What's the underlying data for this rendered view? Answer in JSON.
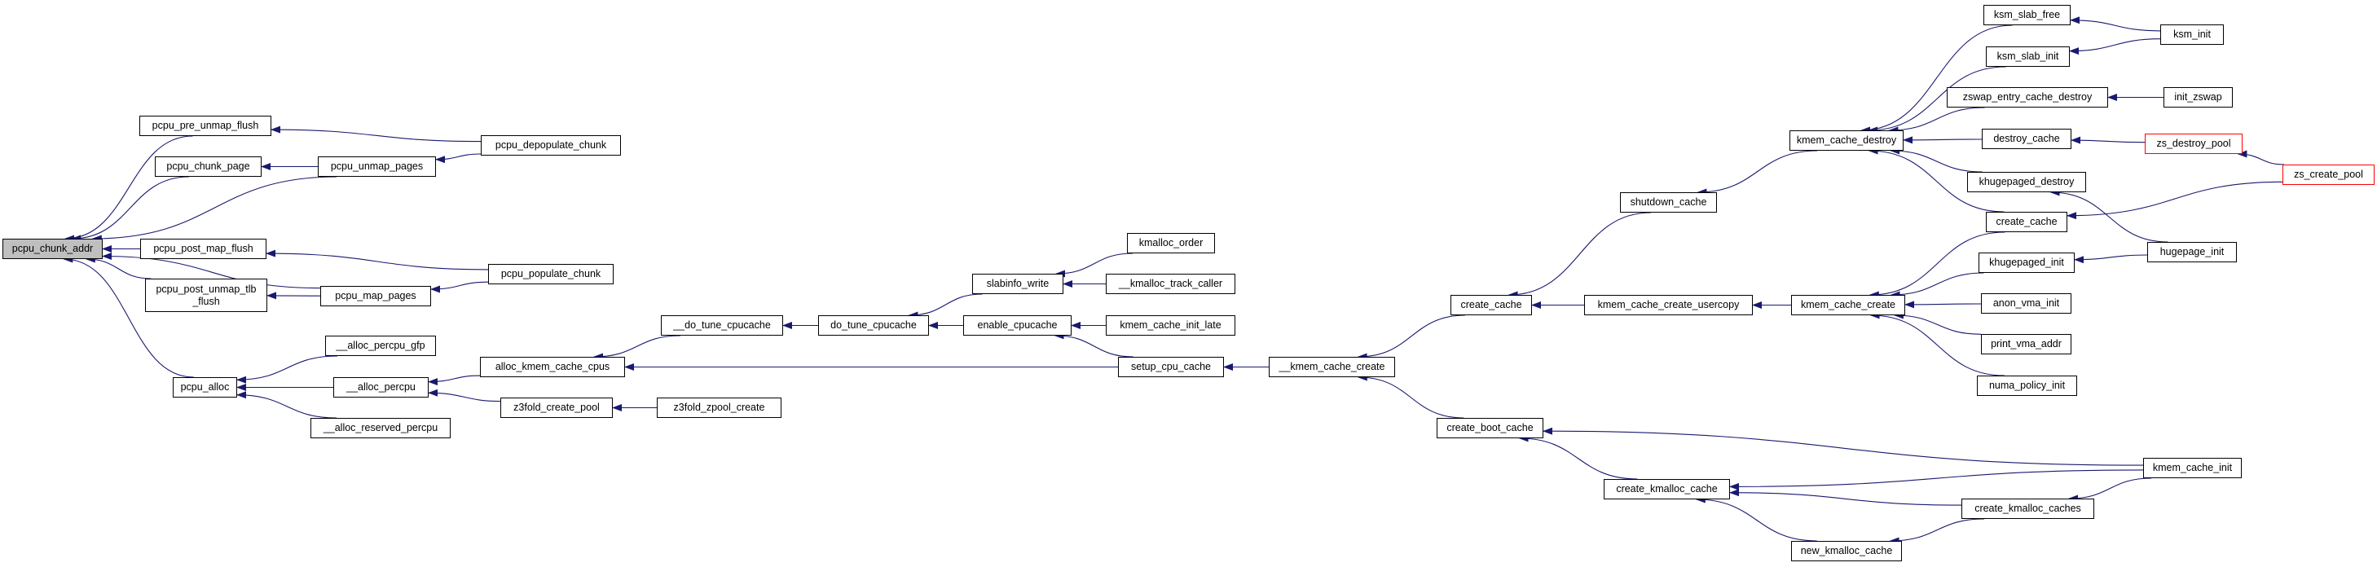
{
  "graph": {
    "edge_color": "#191970",
    "root_fill": "#bfbfbf",
    "truncated_border": "#ff0000",
    "nodes": [
      {
        "id": "pcpu_chunk_addr",
        "label": "pcpu_chunk_addr",
        "root": true
      },
      {
        "id": "pcpu_pre_unmap_flush",
        "label": "pcpu_pre_unmap_flush"
      },
      {
        "id": "pcpu_chunk_page",
        "label": "pcpu_chunk_page"
      },
      {
        "id": "pcpu_post_map_flush",
        "label": "pcpu_post_map_flush"
      },
      {
        "id": "pcpu_post_unmap_tlb_flush",
        "label": "pcpu_post_unmap_tlb\n_flush"
      },
      {
        "id": "pcpu_alloc",
        "label": "pcpu_alloc"
      },
      {
        "id": "pcpu_unmap_pages",
        "label": "pcpu_unmap_pages"
      },
      {
        "id": "pcpu_map_pages",
        "label": "pcpu_map_pages"
      },
      {
        "id": "pcpu_depopulate_chunk",
        "label": "pcpu_depopulate_chunk"
      },
      {
        "id": "pcpu_populate_chunk",
        "label": "pcpu_populate_chunk"
      },
      {
        "id": "__alloc_percpu_gfp",
        "label": "__alloc_percpu_gfp"
      },
      {
        "id": "__alloc_percpu",
        "label": "__alloc_percpu"
      },
      {
        "id": "__alloc_reserved_percpu",
        "label": "__alloc_reserved_percpu"
      },
      {
        "id": "alloc_kmem_cache_cpus",
        "label": "alloc_kmem_cache_cpus"
      },
      {
        "id": "z3fold_create_pool",
        "label": "z3fold_create_pool"
      },
      {
        "id": "z3fold_zpool_create",
        "label": "z3fold_zpool_create"
      },
      {
        "id": "__do_tune_cpucache",
        "label": "__do_tune_cpucache"
      },
      {
        "id": "do_tune_cpucache",
        "label": "do_tune_cpucache"
      },
      {
        "id": "slabinfo_write",
        "label": "slabinfo_write"
      },
      {
        "id": "enable_cpucache",
        "label": "enable_cpucache"
      },
      {
        "id": "kmalloc_order",
        "label": "kmalloc_order"
      },
      {
        "id": "__kmalloc_track_caller",
        "label": "__kmalloc_track_caller"
      },
      {
        "id": "kmem_cache_init_late",
        "label": "kmem_cache_init_late"
      },
      {
        "id": "setup_cpu_cache",
        "label": "setup_cpu_cache"
      },
      {
        "id": "__kmem_cache_create",
        "label": "__kmem_cache_create"
      },
      {
        "id": "create_cache",
        "label": "create_cache"
      },
      {
        "id": "create_boot_cache",
        "label": "create_boot_cache"
      },
      {
        "id": "shutdown_cache",
        "label": "shutdown_cache"
      },
      {
        "id": "kmem_cache_create_usercopy",
        "label": "kmem_cache_create_usercopy"
      },
      {
        "id": "create_kmalloc_cache",
        "label": "create_kmalloc_cache"
      },
      {
        "id": "new_kmalloc_cache",
        "label": "new_kmalloc_cache"
      },
      {
        "id": "kmem_cache_destroy",
        "label": "kmem_cache_destroy"
      },
      {
        "id": "kmem_cache_create",
        "label": "kmem_cache_create"
      },
      {
        "id": "ksm_slab_free",
        "label": "ksm_slab_free"
      },
      {
        "id": "ksm_slab_init",
        "label": "ksm_slab_init"
      },
      {
        "id": "zswap_entry_cache_destroy",
        "label": "zswap_entry_cache_destroy"
      },
      {
        "id": "destroy_cache",
        "label": "destroy_cache"
      },
      {
        "id": "khugepaged_destroy",
        "label": "khugepaged_destroy"
      },
      {
        "id": "create_cache2",
        "label": "create_cache"
      },
      {
        "id": "khugepaged_init",
        "label": "khugepaged_init"
      },
      {
        "id": "anon_vma_init",
        "label": "anon_vma_init"
      },
      {
        "id": "print_vma_addr",
        "label": "print_vma_addr"
      },
      {
        "id": "numa_policy_init",
        "label": "numa_policy_init"
      },
      {
        "id": "create_kmalloc_caches",
        "label": "create_kmalloc_caches"
      },
      {
        "id": "ksm_init",
        "label": "ksm_init"
      },
      {
        "id": "init_zswap",
        "label": "init_zswap"
      },
      {
        "id": "zs_destroy_pool",
        "label": "zs_destroy_pool",
        "truncated": true
      },
      {
        "id": "zs_create_pool",
        "label": "zs_create_pool",
        "truncated": true
      },
      {
        "id": "hugepage_init",
        "label": "hugepage_init"
      },
      {
        "id": "kmem_cache_init",
        "label": "kmem_cache_init"
      }
    ],
    "edges": [
      [
        "pcpu_pre_unmap_flush",
        "pcpu_chunk_addr"
      ],
      [
        "pcpu_chunk_page",
        "pcpu_chunk_addr"
      ],
      [
        "pcpu_unmap_pages",
        "pcpu_chunk_addr"
      ],
      [
        "pcpu_post_map_flush",
        "pcpu_chunk_addr"
      ],
      [
        "pcpu_post_unmap_tlb_flush",
        "pcpu_chunk_addr"
      ],
      [
        "pcpu_map_pages",
        "pcpu_chunk_addr"
      ],
      [
        "pcpu_alloc",
        "pcpu_chunk_addr"
      ],
      [
        "pcpu_depopulate_chunk",
        "pcpu_pre_unmap_flush"
      ],
      [
        "pcpu_unmap_pages",
        "pcpu_chunk_page"
      ],
      [
        "pcpu_depopulate_chunk",
        "pcpu_unmap_pages"
      ],
      [
        "pcpu_populate_chunk",
        "pcpu_post_map_flush"
      ],
      [
        "pcpu_map_pages",
        "pcpu_post_unmap_tlb_flush"
      ],
      [
        "pcpu_populate_chunk",
        "pcpu_map_pages"
      ],
      [
        "__alloc_percpu_gfp",
        "pcpu_alloc"
      ],
      [
        "__alloc_percpu",
        "pcpu_alloc"
      ],
      [
        "__alloc_reserved_percpu",
        "pcpu_alloc"
      ],
      [
        "alloc_kmem_cache_cpus",
        "__alloc_percpu"
      ],
      [
        "z3fold_create_pool",
        "__alloc_percpu"
      ],
      [
        "z3fold_zpool_create",
        "z3fold_create_pool"
      ],
      [
        "__do_tune_cpucache",
        "alloc_kmem_cache_cpus"
      ],
      [
        "setup_cpu_cache",
        "alloc_kmem_cache_cpus"
      ],
      [
        "do_tune_cpucache",
        "__do_tune_cpucache"
      ],
      [
        "slabinfo_write",
        "do_tune_cpucache"
      ],
      [
        "enable_cpucache",
        "do_tune_cpucache"
      ],
      [
        "kmalloc_order",
        "slabinfo_write"
      ],
      [
        "__kmalloc_track_caller",
        "slabinfo_write"
      ],
      [
        "kmem_cache_init_late",
        "enable_cpucache"
      ],
      [
        "setup_cpu_cache",
        "enable_cpucache"
      ],
      [
        "__kmem_cache_create",
        "setup_cpu_cache"
      ],
      [
        "create_cache",
        "__kmem_cache_create"
      ],
      [
        "create_boot_cache",
        "__kmem_cache_create"
      ],
      [
        "shutdown_cache",
        "create_cache"
      ],
      [
        "kmem_cache_create_usercopy",
        "create_cache"
      ],
      [
        "kmem_cache_destroy",
        "shutdown_cache"
      ],
      [
        "kmem_cache_create",
        "kmem_cache_create_usercopy"
      ],
      [
        "create_kmalloc_cache",
        "create_boot_cache"
      ],
      [
        "kmem_cache_init",
        "create_boot_cache"
      ],
      [
        "kmem_cache_init",
        "create_kmalloc_cache"
      ],
      [
        "create_kmalloc_caches",
        "create_kmalloc_cache"
      ],
      [
        "new_kmalloc_cache",
        "create_kmalloc_cache"
      ],
      [
        "create_kmalloc_caches",
        "new_kmalloc_cache"
      ],
      [
        "kmem_cache_init",
        "create_kmalloc_caches"
      ],
      [
        "ksm_slab_free",
        "kmem_cache_destroy"
      ],
      [
        "ksm_slab_init",
        "kmem_cache_destroy"
      ],
      [
        "zswap_entry_cache_destroy",
        "kmem_cache_destroy"
      ],
      [
        "destroy_cache",
        "kmem_cache_destroy"
      ],
      [
        "khugepaged_destroy",
        "kmem_cache_destroy"
      ],
      [
        "create_cache2",
        "kmem_cache_destroy"
      ],
      [
        "create_cache2",
        "kmem_cache_create"
      ],
      [
        "khugepaged_init",
        "kmem_cache_create"
      ],
      [
        "anon_vma_init",
        "kmem_cache_create"
      ],
      [
        "print_vma_addr",
        "kmem_cache_create"
      ],
      [
        "numa_policy_init",
        "kmem_cache_create"
      ],
      [
        "ksm_init",
        "ksm_slab_free"
      ],
      [
        "ksm_init",
        "ksm_slab_init"
      ],
      [
        "init_zswap",
        "zswap_entry_cache_destroy"
      ],
      [
        "zs_destroy_pool",
        "destroy_cache"
      ],
      [
        "zs_create_pool",
        "zs_destroy_pool"
      ],
      [
        "zs_create_pool",
        "create_cache2"
      ],
      [
        "hugepage_init",
        "khugepaged_destroy"
      ],
      [
        "hugepage_init",
        "khugepaged_init"
      ]
    ]
  }
}
